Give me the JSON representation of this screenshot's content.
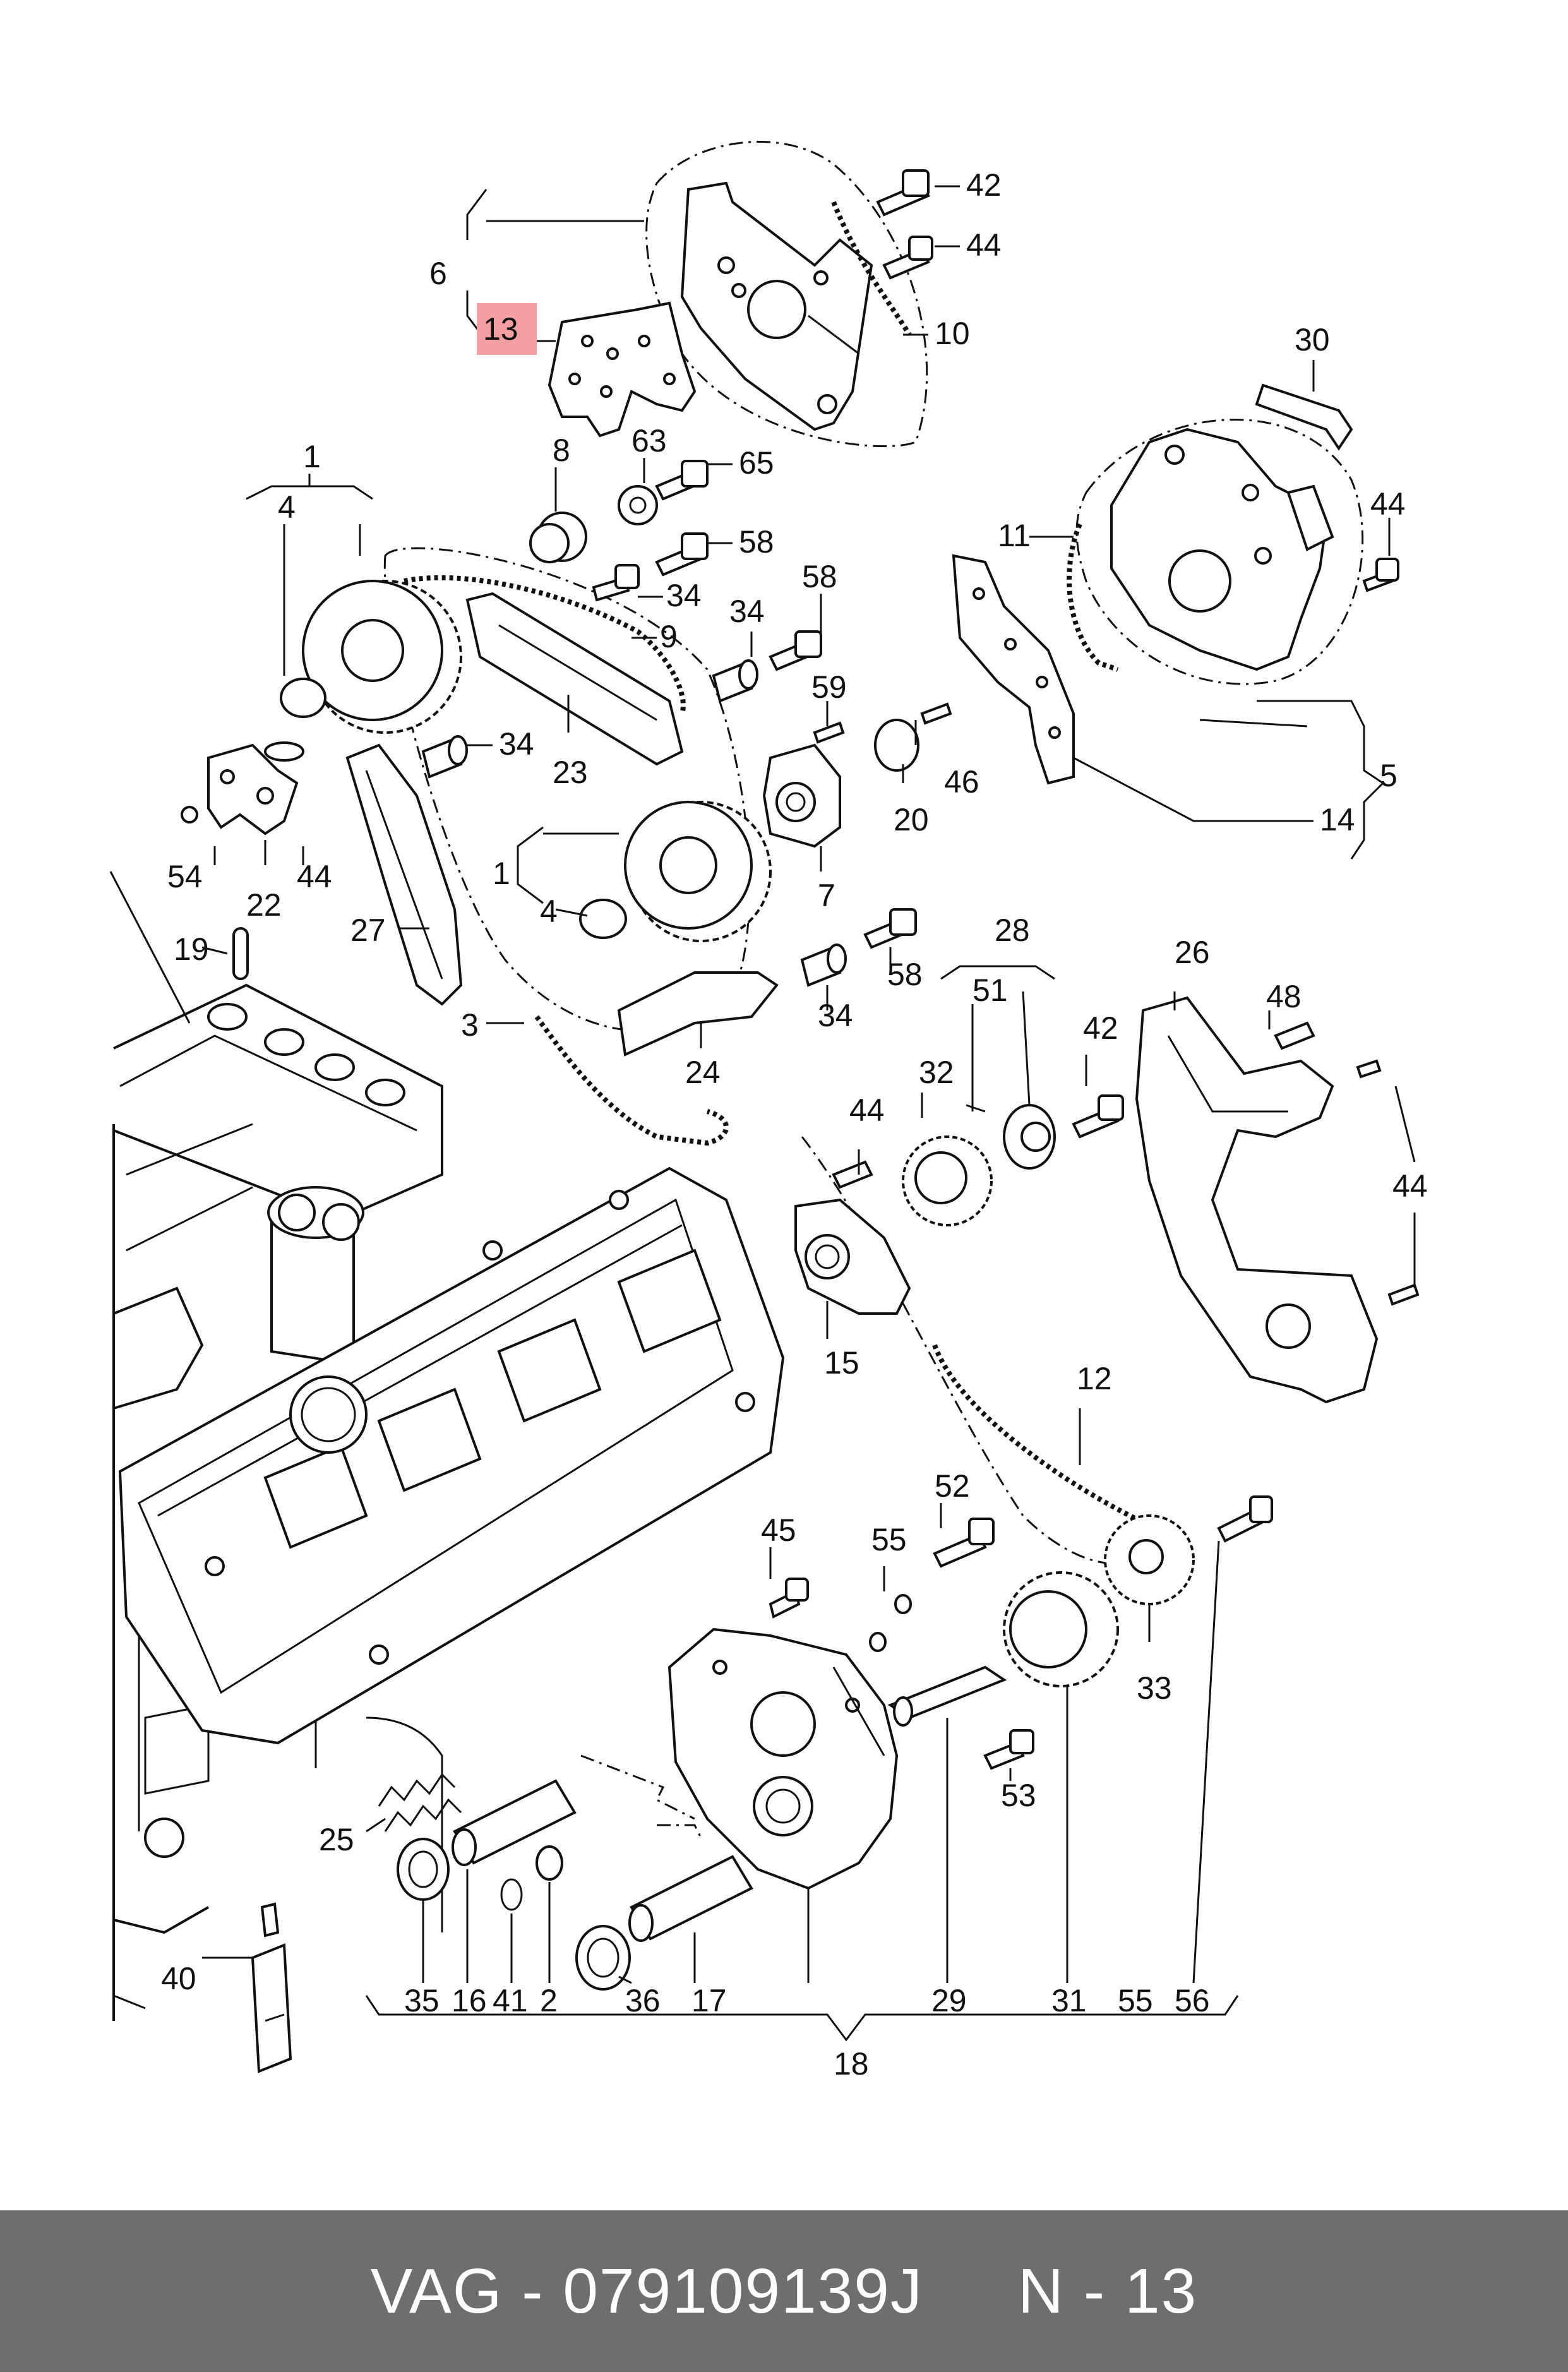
{
  "footer": {
    "brand_part": "VAG - 079109139J",
    "page_ref": "N - 13"
  },
  "highlight_color": "#f4a0a3",
  "callouts": {
    "c1a": "1",
    "c1b": "1",
    "c2": "2",
    "c3": "3",
    "c4a": "4",
    "c4b": "4",
    "c5": "5",
    "c6": "6",
    "c7": "7",
    "c8": "8",
    "c9": "9",
    "c10": "10",
    "c11": "11",
    "c12": "12",
    "c13": "13",
    "c14": "14",
    "c15": "15",
    "c16": "16",
    "c17": "17",
    "c18": "18",
    "c19": "19",
    "c20": "20",
    "c22": "22",
    "c23": "23",
    "c24": "24",
    "c25": "25",
    "c26": "26",
    "c27": "27",
    "c28": "28",
    "c29": "29",
    "c30": "30",
    "c31": "31",
    "c32": "32",
    "c33": "33",
    "c34a": "34",
    "c34b": "34",
    "c34c": "34",
    "c34d": "34",
    "c35": "35",
    "c36": "36",
    "c40": "40",
    "c41": "41",
    "c42a": "42",
    "c42b": "42",
    "c44a": "44",
    "c44b": "44",
    "c44c": "44",
    "c44d": "44",
    "c44e": "44",
    "c45": "45",
    "c46": "46",
    "c48": "48",
    "c51": "51",
    "c52": "52",
    "c53": "53",
    "c54": "54",
    "c55a": "55",
    "c55b": "55",
    "c56": "56",
    "c58a": "58",
    "c58b": "58",
    "c58c": "58",
    "c59": "59",
    "c63": "63",
    "c65": "65"
  }
}
